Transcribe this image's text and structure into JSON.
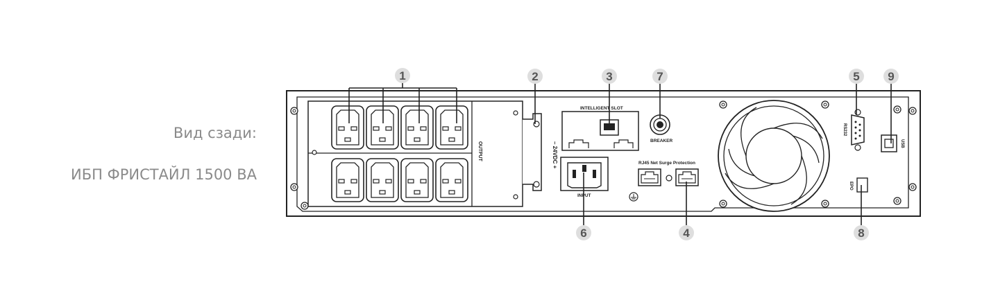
{
  "caption": {
    "line1": "Вид сзади:",
    "line2": "ИБП ФРИСТАЙЛ 1500 ВА"
  },
  "panel_labels": {
    "output": "OUTPUT",
    "dc": "– 24VDC +",
    "intelligent_slot": "INTELLIGENT SLOT",
    "breaker": "BREAKER",
    "input": "INPUT",
    "rj45": "RJ45 Net Surge Protection",
    "rs232": "RS232",
    "usb": "USB",
    "epo": "EPO"
  },
  "callouts": [
    "1",
    "2",
    "3",
    "7",
    "5",
    "9",
    "6",
    "4",
    "8"
  ],
  "colors": {
    "callout_bg": "#dedede",
    "line": "#222222",
    "caption": "#8a8a8a"
  }
}
